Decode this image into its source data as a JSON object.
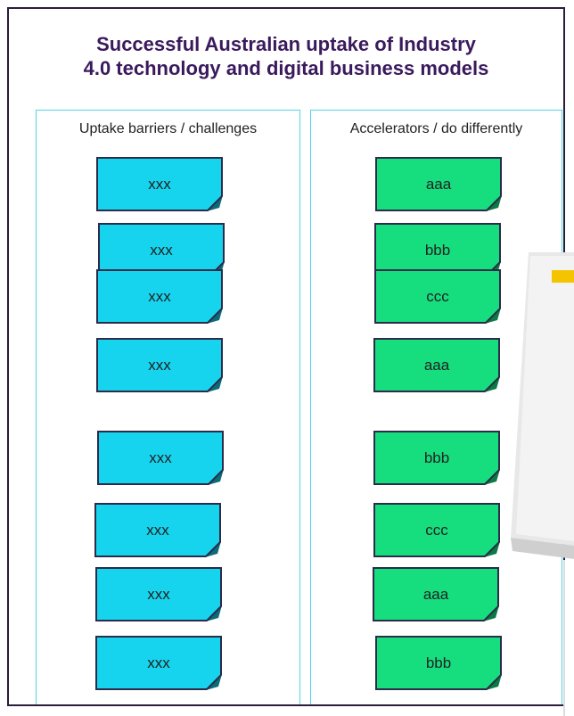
{
  "title_line1": "Successful Australian uptake of Industry",
  "title_line2": "4.0 technology and digital business models",
  "left_column": {
    "heading": "Uptake barriers / challenges",
    "notes": [
      "xxx",
      "xxx",
      "xxx",
      "xxx",
      "xxx",
      "xxx",
      "xxx",
      "xxx"
    ]
  },
  "right_column": {
    "heading": "Accelerators / do differently",
    "notes": [
      "aaa",
      "bbb",
      "ccc",
      "aaa",
      "bbb",
      "ccc",
      "aaa",
      "bbb"
    ]
  },
  "colors": {
    "title": "#3a1a5c",
    "frame": "#2a1d3a",
    "column_border": "#4fd6e4",
    "note_blue": "#17d4ee",
    "note_green": "#16de7e"
  }
}
